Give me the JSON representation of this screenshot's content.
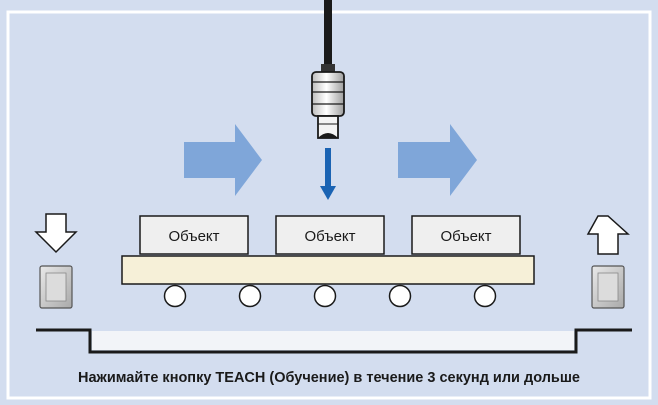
{
  "colors": {
    "panel": "#d3ddef",
    "frame": "#ffffff",
    "motion_arrow": "#7fa6d9",
    "beam_arrow": "#1a63b3",
    "conveyor_belt": "#f6f0d8",
    "object_fill": "#efefef",
    "outline": "#1a1a1a"
  },
  "objects": [
    {
      "label": "Объект"
    },
    {
      "label": "Объект"
    },
    {
      "label": "Объект"
    }
  ],
  "icons": {
    "sensor": "proximity-sensor-icon",
    "motion": "motion-arrow-icon",
    "beam": "detection-arrow-icon",
    "press": "press-down-arrow-icon",
    "release": "release-up-arrow-icon",
    "button": "teach-button-icon",
    "roller": "roller-icon"
  },
  "caption": "Нажимайте кнопку TEACH (Обучение) в течение 3 секунд или дольше"
}
